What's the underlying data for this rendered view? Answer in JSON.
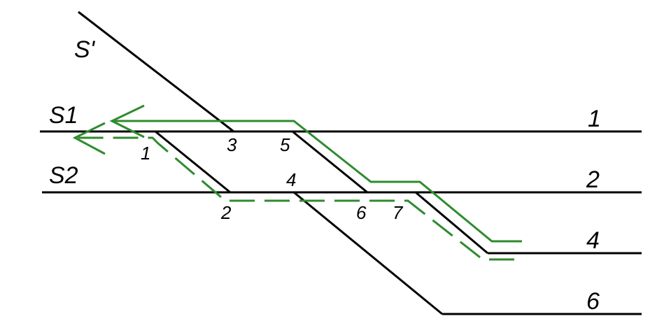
{
  "colors": {
    "track": "#000000",
    "route": "#2e8b2e"
  },
  "signals": {
    "s_prime": "S'",
    "s1": "S1",
    "s2": "S2"
  },
  "tracks": {
    "t1": "1",
    "t2": "2",
    "t4": "4",
    "t6": "6"
  },
  "switches": {
    "sw1": "1",
    "sw2": "2",
    "sw3": "3",
    "sw4": "4",
    "sw5": "5",
    "sw6": "6",
    "sw7": "7"
  }
}
